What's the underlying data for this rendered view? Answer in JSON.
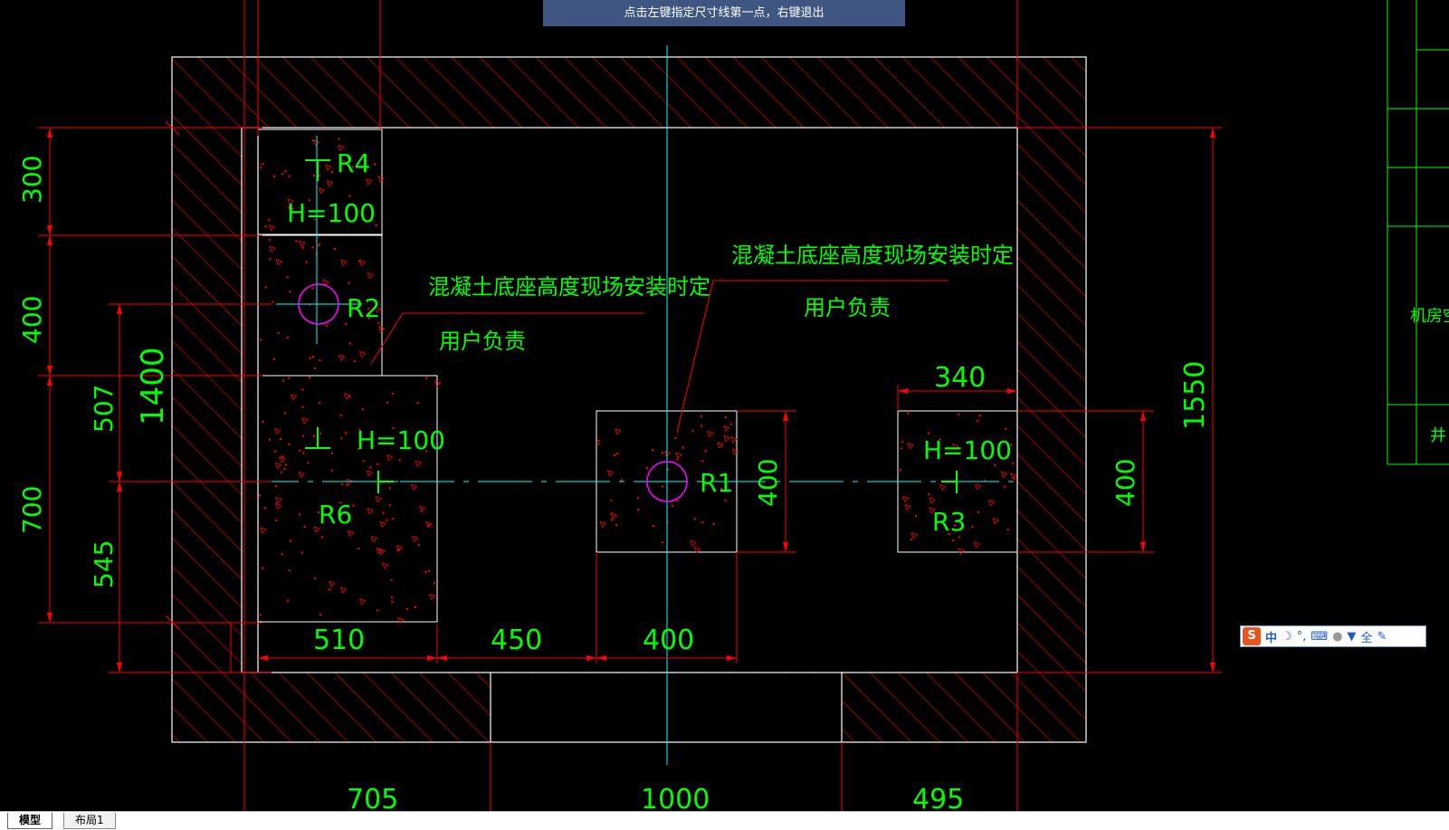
{
  "prompt": "点击左键指定尺寸线第一点，右键退出",
  "tabs": {
    "model": "模型",
    "layout1": "布局1"
  },
  "dims": {
    "left_300": "300",
    "left_400": "400",
    "left_700": "700",
    "left_507": "507",
    "left_545": "545",
    "left_1400": "1400",
    "right_1550": "1550",
    "right_400": "400",
    "r1_400": "400",
    "top_340": "340",
    "bot_510": "510",
    "bot_450": "450",
    "bot_400": "400",
    "bot_705": "705",
    "bot_1000": "1000",
    "bot_495": "495"
  },
  "labels": {
    "r1": "R1",
    "r2": "R2",
    "r3": "R3",
    "r4": "R4",
    "r6": "R6",
    "h_r4": "H=100",
    "h_r6": "H=100",
    "h_r3": "H=100"
  },
  "notes": {
    "left_line1": "混凝土底座高度现场安装时定",
    "left_line2": "用户负责",
    "mid_line1": "混凝土底座高度现场安装时定",
    "mid_line2": "用户负责"
  },
  "side_table": {
    "cell_a": "机房空",
    "cell_b": "井"
  },
  "ime": {
    "logo": "S",
    "mode": "中",
    "icons": [
      "moon-icon",
      "punctuation-icon",
      "keyboard-icon",
      "user-icon",
      "shirt-icon",
      "fullwidth-label",
      "wrench-icon"
    ],
    "fullwidth": "全"
  },
  "colors": {
    "background": "#000000",
    "wall": "#ffffff",
    "hatch": "#ff0000",
    "dim": "#ff0000",
    "text": "#00ff00",
    "axis": "#00ffff",
    "circle": "#ff00ff",
    "prompt": "#3f5680"
  }
}
